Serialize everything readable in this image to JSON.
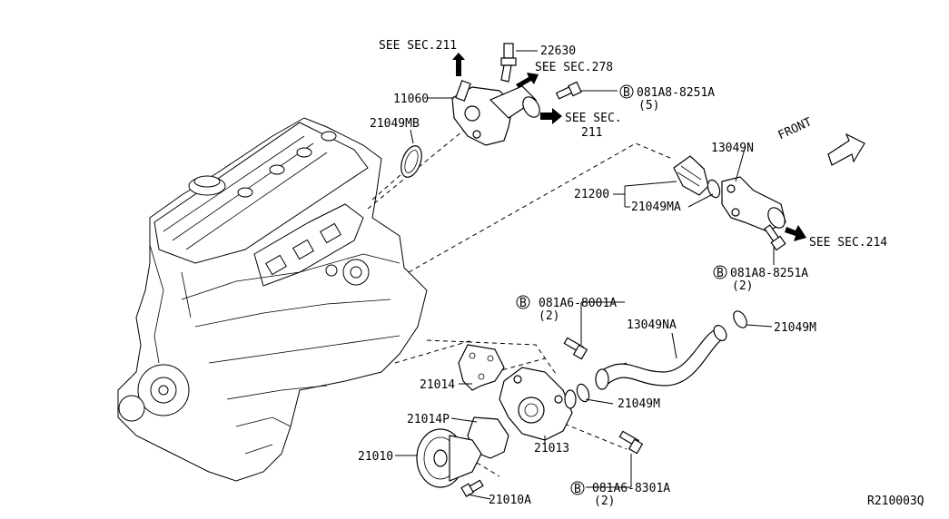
{
  "labels": {
    "see_sec_211_top": "SEE SEC.211",
    "p22630": "22630",
    "see_sec_278": "SEE SEC.278",
    "p11060": "11060",
    "bolt_top_code": "081A8-8251A",
    "bolt_top_qty": "(5)",
    "see_sec_211_right_line1": "SEE SEC.",
    "see_sec_211_right_line2": "211",
    "p21049MB": "21049MB",
    "front": "FRONT",
    "p13049N": "13049N",
    "p21200": "21200",
    "p21049MA": "21049MA",
    "see_sec_214": "SEE SEC.214",
    "bolt_right_code": "081A8-8251A",
    "bolt_right_qty": "(2)",
    "bolt_mid_code": "081A6-8001A",
    "bolt_mid_qty": "(2)",
    "p13049NA": "13049NA",
    "p21049M_right": "21049M",
    "p21049M_mid": "21049M",
    "p21014": "21014",
    "p21014P": "21014P",
    "p21013": "21013",
    "p21010": "21010",
    "p21010A": "21010A",
    "bolt_bot_code": "081A6-8301A",
    "bolt_bot_qty": "(2)",
    "bolt_symbol": "B",
    "diagram_id": "R210003Q"
  }
}
